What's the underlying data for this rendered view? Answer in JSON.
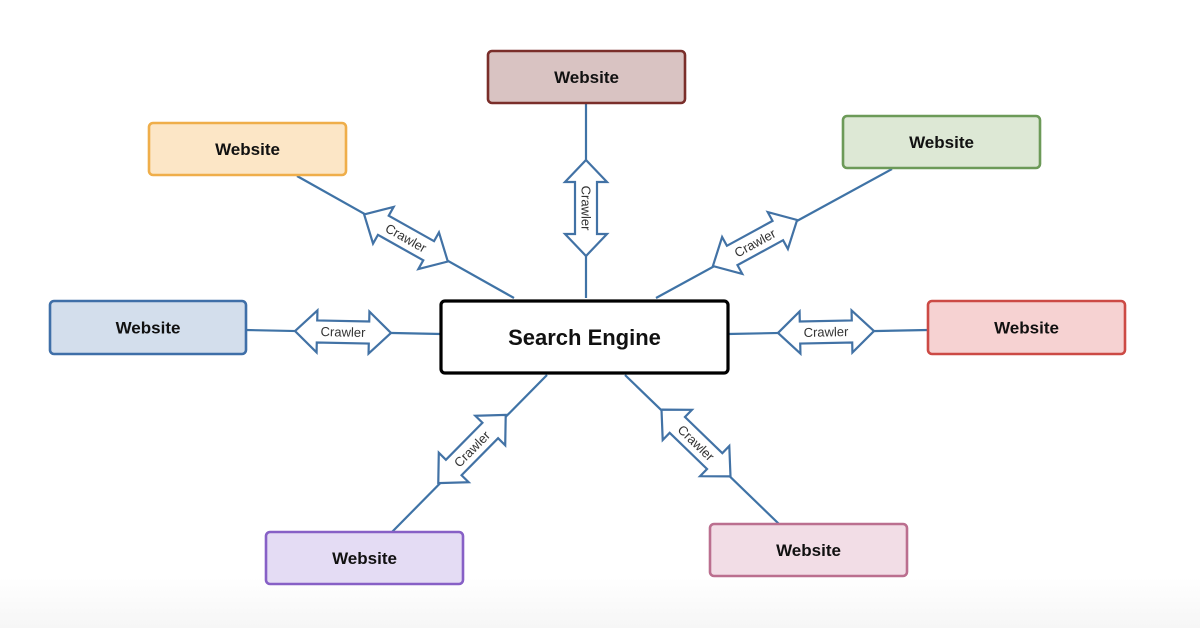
{
  "hub": {
    "label": "Search Engine"
  },
  "websites": [
    {
      "id": "top",
      "label": "Website",
      "fill": "#d9c3c2",
      "stroke": "#7a2e2a"
    },
    {
      "id": "top-left",
      "label": "Website",
      "fill": "#fce6c6",
      "stroke": "#efae4a"
    },
    {
      "id": "top-right",
      "label": "Website",
      "fill": "#dde8d5",
      "stroke": "#6c9a58"
    },
    {
      "id": "left",
      "label": "Website",
      "fill": "#d3deec",
      "stroke": "#3f6fa8"
    },
    {
      "id": "right",
      "label": "Website",
      "fill": "#f6d2d2",
      "stroke": "#cc4a45"
    },
    {
      "id": "bottom-left",
      "label": "Website",
      "fill": "#e4dcf4",
      "stroke": "#8760c6"
    },
    {
      "id": "bottom-right",
      "label": "Website",
      "fill": "#f2dde6",
      "stroke": "#bb6f8f"
    }
  ],
  "connector": {
    "label": "Crawler",
    "line_color": "#3f73a6",
    "arrow_stroke": "#4272a5",
    "arrow_fill": "#ffffff"
  }
}
